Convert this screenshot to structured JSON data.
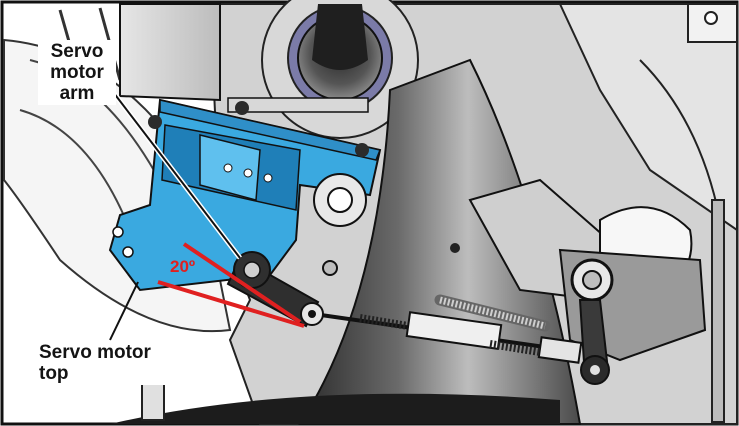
{
  "labels": {
    "servo_arm": [
      "Servo",
      "motor",
      "arm"
    ],
    "servo_top": [
      "Servo motor",
      "top"
    ],
    "angle": "20º"
  },
  "colors": {
    "servo_body": "#3aa9e0",
    "servo_dark": "#1f7fb8",
    "angle_lines": "#e02020",
    "frame_gray": "#cfcfcf",
    "dark_part": "#3a3a3a",
    "outline": "#111111"
  },
  "icons": [
    "servo-body-shape",
    "servo-arm-shape",
    "linkage-rod",
    "spring",
    "pivot-bracket",
    "wheel-hub",
    "frame-pillar"
  ]
}
